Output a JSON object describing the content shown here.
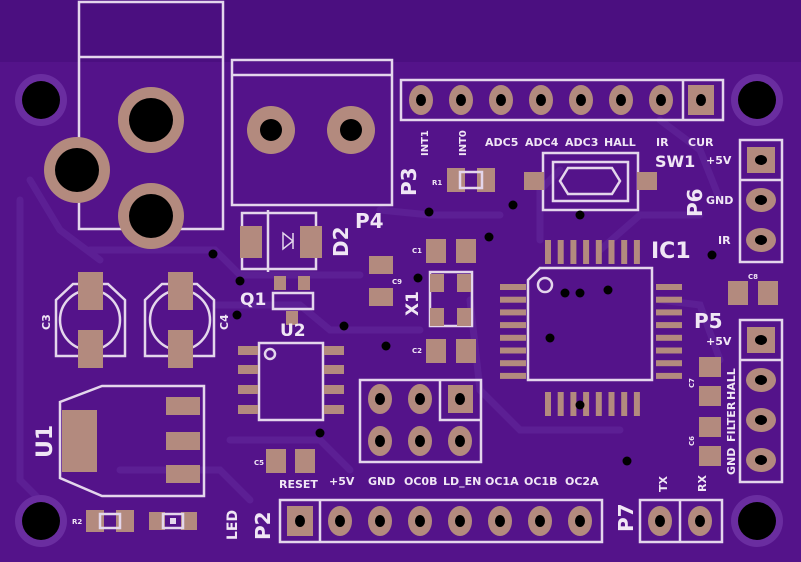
{
  "board": {
    "colors": {
      "substrate": "#54138a",
      "background": "#4b0f80",
      "silkscreen": "#e4d6ec",
      "copper_pad": "#b38a7e",
      "drill": "#000000"
    }
  },
  "labels": {
    "p3": "P3",
    "p4": "P4",
    "p5": "P5",
    "p6": "P6",
    "p2": "P2",
    "p7": "P7",
    "d2": "D2",
    "q1": "Q1",
    "u1": "U1",
    "u2": "U2",
    "ic1": "IC1",
    "sw1": "SW1",
    "x1": "X1",
    "c1": "C1",
    "c2": "C2",
    "c3": "C3",
    "c4": "C4",
    "c5": "C5",
    "c6": "C6",
    "c7": "C7",
    "c8": "C8",
    "c9": "C9",
    "r1": "R1",
    "r2": "R2",
    "led": "LED",
    "reset": "RESET"
  },
  "p3_pins": [
    "INT1",
    "INT0",
    "ADC5",
    "ADC4",
    "ADC3",
    "HALL",
    "IR",
    "CUR"
  ],
  "p6_pins": [
    "+5V",
    "GND",
    "IR"
  ],
  "p5_pins": [
    "+5V",
    "HALL",
    "FILTER",
    "GND"
  ],
  "p2_pins": [
    "+5V",
    "GND",
    "OC0B",
    "LD_EN",
    "OC1A",
    "OC1B",
    "OC2A"
  ],
  "p7_pins": [
    "TX",
    "RX"
  ]
}
